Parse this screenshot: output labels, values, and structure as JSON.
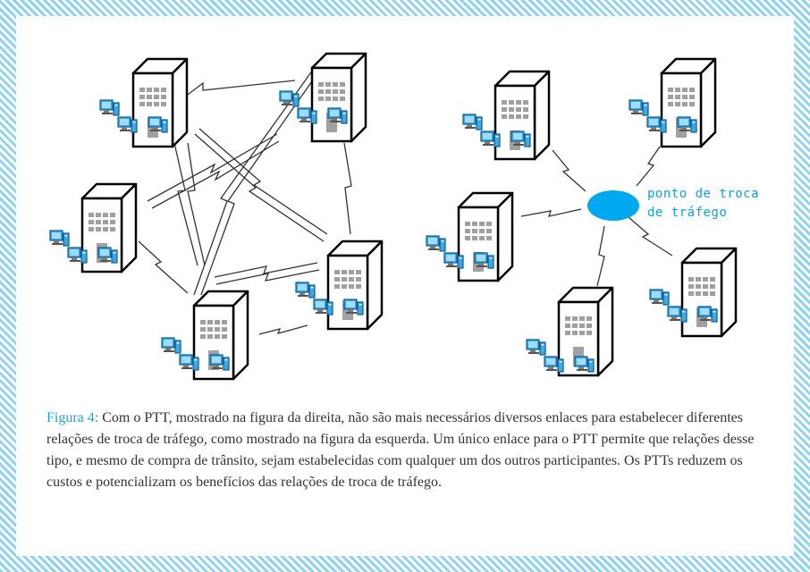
{
  "colors": {
    "border_stripe": "#8fd3ef",
    "accent": "#1aa6d8",
    "hub_fill": "#00a8f0",
    "computer_blue": "#3fa8e4",
    "text": "#333333"
  },
  "left_diagram": {
    "nodes": [
      {
        "name": "building-top-left",
        "computers": 3
      },
      {
        "name": "building-top-right",
        "computers": 3
      },
      {
        "name": "building-left",
        "computers": 3
      },
      {
        "name": "building-right",
        "computers": 3
      },
      {
        "name": "building-bottom",
        "computers": 3
      }
    ],
    "links": "full mesh of lightning-bolt links between every pair of networks"
  },
  "right_diagram": {
    "hub_label_lines": [
      "ponto de troca",
      "de tráfego"
    ],
    "nodes": [
      {
        "name": "building-top-left",
        "computers": 3
      },
      {
        "name": "building-top-right",
        "computers": 3
      },
      {
        "name": "building-left",
        "computers": 3
      },
      {
        "name": "building-right",
        "computers": 3
      },
      {
        "name": "building-bottom",
        "computers": 3
      }
    ],
    "links": "each network has a single lightning-bolt link to the exchange point"
  },
  "caption": {
    "label": "Figura 4:",
    "text": " Com o PTT, mostrado na figura da direita, não são mais necessários diversos enlaces para estabelecer diferentes relações de troca de tráfego, como mostrado na figura da esquerda. Um único enlace para o PTT permite que relações desse tipo, e mesmo de compra de trânsito, sejam estabelecidas com qualquer um dos outros participantes. Os PTTs reduzem os custos e potencializam os benefícios das relações de troca de tráfego."
  }
}
